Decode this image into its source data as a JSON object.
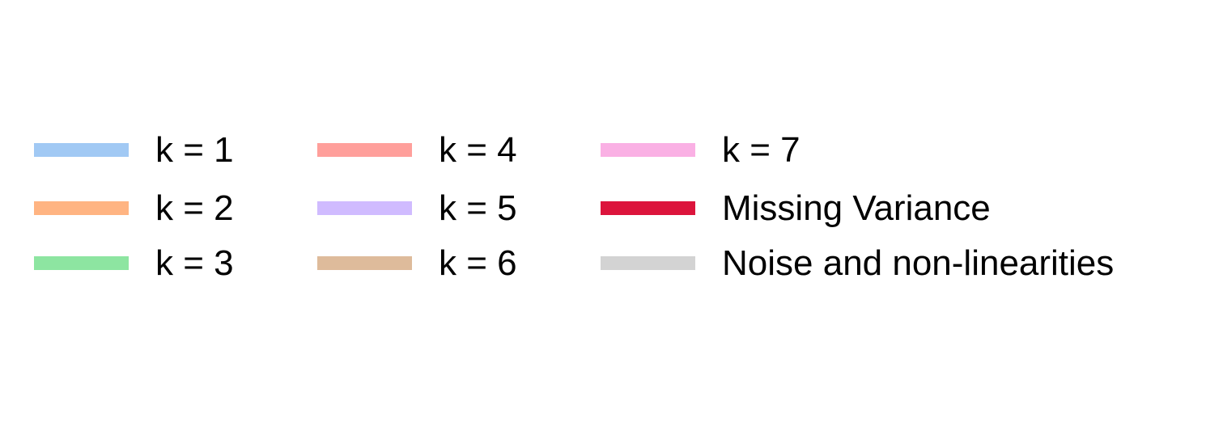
{
  "chart_data": {
    "type": "legend",
    "legend": {
      "columns": 3,
      "entries": [
        {
          "label": "k = 1",
          "color": "#a1c9f4"
        },
        {
          "label": "k = 2",
          "color": "#ffb482"
        },
        {
          "label": "k = 3",
          "color": "#8de5a1"
        },
        {
          "label": "k = 4",
          "color": "#ff9f9b"
        },
        {
          "label": "k = 5",
          "color": "#d0bbff"
        },
        {
          "label": "k = 6",
          "color": "#debb9b"
        },
        {
          "label": "k = 7",
          "color": "#fab0e4"
        },
        {
          "label": "Missing Variance",
          "color": "#dc143c"
        },
        {
          "label": "Noise and non-linearities",
          "color": "#d3d3d3"
        }
      ]
    }
  }
}
